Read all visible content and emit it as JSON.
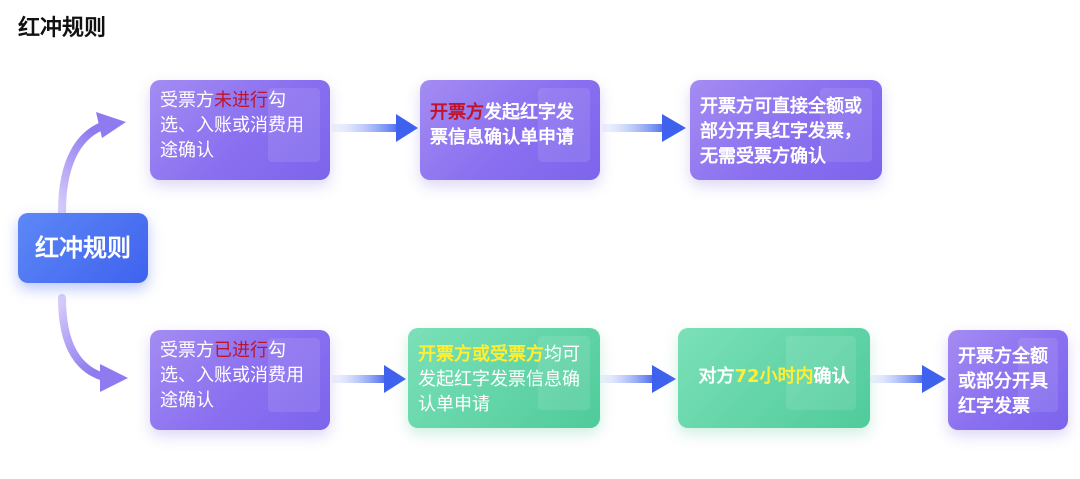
{
  "title": "红冲规则",
  "center": {
    "label": "红冲规则"
  },
  "top_row": {
    "step1": {
      "pre": "受票方",
      "emph": "未进行",
      "post": "勾选、入账或消费用途确认"
    },
    "step2": {
      "emph": "开票方",
      "post": "发起红字发票信息确认单申请"
    },
    "step3": {
      "text": "开票方可直接全额或部分开具红字发票，无需受票方确认"
    }
  },
  "bottom_row": {
    "step1": {
      "pre": "受票方",
      "emph": "已进行",
      "post": "勾选、入账或消费用途确认"
    },
    "step2": {
      "emph": "开票方或受票方",
      "post": "均可发起红字发票信息确认单申请"
    },
    "step3": {
      "pre": "对方",
      "emph": "72小时内",
      "post": "确认"
    },
    "step4": {
      "text": "开票方全额或部分开具红字发票"
    }
  },
  "colors": {
    "purple": "#8a6ff0",
    "green": "#4fcb9a",
    "blue": "#3f62ee",
    "red": "#c0142a",
    "yellow": "#ffee33"
  }
}
